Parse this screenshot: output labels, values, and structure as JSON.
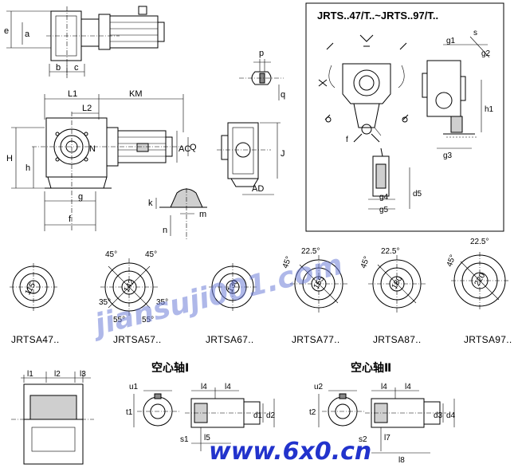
{
  "header": {
    "series_title": "JRTS..47/T..~JRTS..97/T.."
  },
  "dimension_labels": {
    "e": "e",
    "a": "a",
    "b": "b",
    "c": "c",
    "p": "p",
    "q": "q",
    "L1": "L1",
    "L2": "L2",
    "KM": "KM",
    "H": "H",
    "h": "h",
    "N": "N",
    "AC": "AC",
    "Q": "Q",
    "g": "g",
    "f": "f",
    "J": "J",
    "AD": "AD",
    "k": "k",
    "m": "m",
    "n": "n",
    "g1": "g1",
    "g2": "g2",
    "g3": "g3",
    "g4": "g4",
    "g5": "g5",
    "s": "s",
    "h1": "h1",
    "d5": "d5",
    "fs": "f",
    "l1": "l1",
    "l2": "l2",
    "l3": "l3",
    "l4": "l4",
    "l5": "l5",
    "l7": "l7",
    "l8": "l8",
    "u1": "u1",
    "u2": "u2",
    "t1": "t1",
    "t2": "t2",
    "d1": "d1",
    "d2": "d2",
    "d3": "d3",
    "d4": "d4",
    "s1": "s1",
    "s2": "s2"
  },
  "flanges": [
    {
      "model": "JRTSA47..",
      "diameter": "115",
      "angles": []
    },
    {
      "model": "JRTSA57..",
      "diameter": "142",
      "angles": [
        "45°",
        "45°",
        "35°",
        "35°",
        "55°",
        "55°"
      ]
    },
    {
      "model": "JRTSA67..",
      "diameter": "130",
      "angles": []
    },
    {
      "model": "JRTSA77..",
      "diameter": "155",
      "angles": [
        "45°",
        "22.5°"
      ]
    },
    {
      "model": "JRTSA87..",
      "diameter": "180",
      "angles": [
        "45°",
        "22.5°"
      ]
    },
    {
      "model": "JRTSA97..",
      "diameter": "220",
      "angles": [
        "45°",
        "22.5°"
      ]
    }
  ],
  "hollow_shafts": {
    "shaft_1": "空心轴Ⅰ",
    "shaft_2": "空心轴Ⅱ"
  },
  "watermarks": {
    "main": "jiansuji001.com",
    "footer": "www.6x0.cn"
  },
  "colors": {
    "watermark_main": "#6f7fd8",
    "watermark_footer": "#2233cc",
    "line": "#000000"
  }
}
